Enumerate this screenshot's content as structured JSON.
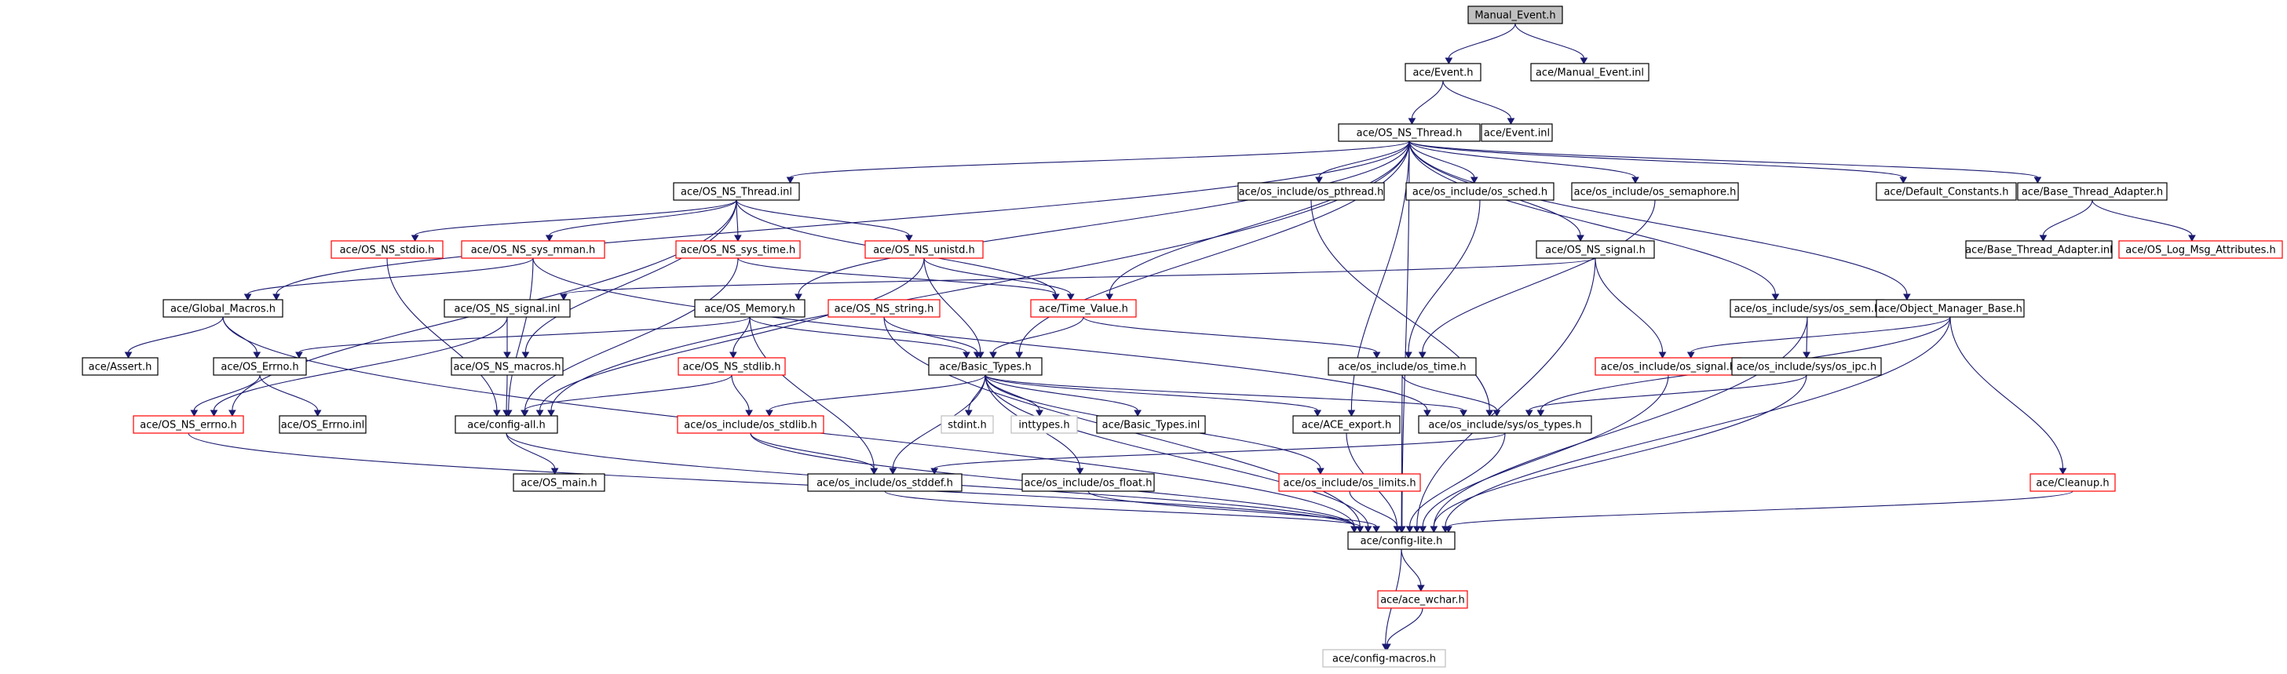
{
  "graph": {
    "nodes": [
      {
        "id": "n0",
        "label": "Manual_Event.h",
        "style": "root"
      },
      {
        "id": "n1",
        "label": "ace/Event.h",
        "style": "normal"
      },
      {
        "id": "n2",
        "label": "ace/Manual_Event.inl",
        "style": "normal"
      },
      {
        "id": "n3",
        "label": "ace/OS_NS_Thread.h",
        "style": "normal"
      },
      {
        "id": "n4",
        "label": "ace/Event.inl",
        "style": "normal"
      },
      {
        "id": "n5",
        "label": "ace/OS_NS_Thread.inl",
        "style": "normal"
      },
      {
        "id": "n6",
        "label": "ace/os_include/os_pthread.h",
        "style": "normal"
      },
      {
        "id": "n7",
        "label": "ace/os_include/os_sched.h",
        "style": "normal"
      },
      {
        "id": "n8",
        "label": "ace/os_include/os_semaphore.h",
        "style": "normal"
      },
      {
        "id": "n9",
        "label": "ace/Default_Constants.h",
        "style": "normal"
      },
      {
        "id": "n10",
        "label": "ace/Base_Thread_Adapter.h",
        "style": "normal"
      },
      {
        "id": "n11",
        "label": "ace/OS_NS_stdio.h",
        "style": "red"
      },
      {
        "id": "n12",
        "label": "ace/OS_NS_sys_mman.h",
        "style": "red"
      },
      {
        "id": "n13",
        "label": "ace/OS_NS_sys_time.h",
        "style": "red"
      },
      {
        "id": "n14",
        "label": "ace/OS_NS_unistd.h",
        "style": "red"
      },
      {
        "id": "n15",
        "label": "ace/OS_NS_signal.h",
        "style": "normal"
      },
      {
        "id": "n16",
        "label": "ace/Base_Thread_Adapter.inl",
        "style": "normal"
      },
      {
        "id": "n17",
        "label": "ace/OS_Log_Msg_Attributes.h",
        "style": "red"
      },
      {
        "id": "n18",
        "label": "ace/Global_Macros.h",
        "style": "normal"
      },
      {
        "id": "n19",
        "label": "ace/OS_NS_signal.inl",
        "style": "normal"
      },
      {
        "id": "n20",
        "label": "ace/OS_Memory.h",
        "style": "normal"
      },
      {
        "id": "n21",
        "label": "ace/OS_NS_string.h",
        "style": "red"
      },
      {
        "id": "n22",
        "label": "ace/Time_Value.h",
        "style": "red"
      },
      {
        "id": "n23",
        "label": "ace/os_include/sys/os_sem.h",
        "style": "normal"
      },
      {
        "id": "n24",
        "label": "ace/Object_Manager_Base.h",
        "style": "normal"
      },
      {
        "id": "n25",
        "label": "ace/Assert.h",
        "style": "normal"
      },
      {
        "id": "n26",
        "label": "ace/OS_Errno.h",
        "style": "normal"
      },
      {
        "id": "n27",
        "label": "ace/OS_NS_macros.h",
        "style": "normal"
      },
      {
        "id": "n28",
        "label": "ace/OS_NS_stdlib.h",
        "style": "red"
      },
      {
        "id": "n29",
        "label": "ace/Basic_Types.h",
        "style": "normal"
      },
      {
        "id": "n30",
        "label": "ace/os_include/os_time.h",
        "style": "normal"
      },
      {
        "id": "n31",
        "label": "ace/os_include/os_signal.h",
        "style": "red"
      },
      {
        "id": "n32",
        "label": "ace/os_include/sys/os_ipc.h",
        "style": "normal"
      },
      {
        "id": "n33",
        "label": "ace/OS_NS_errno.h",
        "style": "red"
      },
      {
        "id": "n34",
        "label": "ace/OS_Errno.inl",
        "style": "normal"
      },
      {
        "id": "n35",
        "label": "ace/config-all.h",
        "style": "normal"
      },
      {
        "id": "n36",
        "label": "ace/os_include/os_stdlib.h",
        "style": "red"
      },
      {
        "id": "n37",
        "label": "stdint.h",
        "style": "gray"
      },
      {
        "id": "n38",
        "label": "inttypes.h",
        "style": "gray"
      },
      {
        "id": "n39",
        "label": "ace/Basic_Types.inl",
        "style": "normal"
      },
      {
        "id": "n40",
        "label": "ace/ACE_export.h",
        "style": "normal"
      },
      {
        "id": "n41",
        "label": "ace/os_include/sys/os_types.h",
        "style": "normal"
      },
      {
        "id": "n42",
        "label": "ace/Cleanup.h",
        "style": "red"
      },
      {
        "id": "n43",
        "label": "ace/OS_main.h",
        "style": "normal"
      },
      {
        "id": "n44",
        "label": "ace/os_include/os_stddef.h",
        "style": "normal"
      },
      {
        "id": "n45",
        "label": "ace/os_include/os_float.h",
        "style": "normal"
      },
      {
        "id": "n46",
        "label": "ace/os_include/os_limits.h",
        "style": "red"
      },
      {
        "id": "n47",
        "label": "ace/config-lite.h",
        "style": "normal"
      },
      {
        "id": "n48",
        "label": "ace/ace_wchar.h",
        "style": "red"
      },
      {
        "id": "n49",
        "label": "ace/config-macros.h",
        "style": "gray"
      }
    ],
    "edges": [
      [
        "n0",
        "n1"
      ],
      [
        "n0",
        "n2"
      ],
      [
        "n1",
        "n3"
      ],
      [
        "n1",
        "n4"
      ],
      [
        "n3",
        "n5"
      ],
      [
        "n3",
        "n6"
      ],
      [
        "n3",
        "n7"
      ],
      [
        "n3",
        "n8"
      ],
      [
        "n3",
        "n9"
      ],
      [
        "n3",
        "n10"
      ],
      [
        "n3",
        "n15"
      ],
      [
        "n3",
        "n18"
      ],
      [
        "n3",
        "n20"
      ],
      [
        "n3",
        "n22"
      ],
      [
        "n3",
        "n23"
      ],
      [
        "n3",
        "n24"
      ],
      [
        "n3",
        "n29"
      ],
      [
        "n3",
        "n35"
      ],
      [
        "n3",
        "n40"
      ],
      [
        "n3",
        "n47"
      ],
      [
        "n5",
        "n11"
      ],
      [
        "n5",
        "n12"
      ],
      [
        "n5",
        "n13"
      ],
      [
        "n5",
        "n14"
      ],
      [
        "n5",
        "n22"
      ],
      [
        "n5",
        "n27"
      ],
      [
        "n5",
        "n33"
      ],
      [
        "n6",
        "n41"
      ],
      [
        "n7",
        "n30"
      ],
      [
        "n8",
        "n30"
      ],
      [
        "n10",
        "n16"
      ],
      [
        "n10",
        "n17"
      ],
      [
        "n11",
        "n35"
      ],
      [
        "n12",
        "n18"
      ],
      [
        "n12",
        "n35"
      ],
      [
        "n12",
        "n41"
      ],
      [
        "n13",
        "n35"
      ],
      [
        "n13",
        "n22"
      ],
      [
        "n14",
        "n22"
      ],
      [
        "n14",
        "n29"
      ],
      [
        "n14",
        "n35"
      ],
      [
        "n15",
        "n19"
      ],
      [
        "n15",
        "n31"
      ],
      [
        "n15",
        "n47"
      ],
      [
        "n18",
        "n25"
      ],
      [
        "n18",
        "n26"
      ],
      [
        "n18",
        "n47"
      ],
      [
        "n19",
        "n27"
      ],
      [
        "n19",
        "n33"
      ],
      [
        "n20",
        "n26"
      ],
      [
        "n20",
        "n28"
      ],
      [
        "n20",
        "n29"
      ],
      [
        "n20",
        "n44"
      ],
      [
        "n21",
        "n29"
      ],
      [
        "n21",
        "n47"
      ],
      [
        "n22",
        "n29"
      ],
      [
        "n22",
        "n30"
      ],
      [
        "n23",
        "n32"
      ],
      [
        "n23",
        "n47"
      ],
      [
        "n24",
        "n31"
      ],
      [
        "n24",
        "n41"
      ],
      [
        "n24",
        "n42"
      ],
      [
        "n24",
        "n47"
      ],
      [
        "n26",
        "n33"
      ],
      [
        "n26",
        "n34"
      ],
      [
        "n27",
        "n35"
      ],
      [
        "n28",
        "n35"
      ],
      [
        "n28",
        "n36"
      ],
      [
        "n29",
        "n36"
      ],
      [
        "n29",
        "n37"
      ],
      [
        "n29",
        "n38"
      ],
      [
        "n29",
        "n39"
      ],
      [
        "n29",
        "n40"
      ],
      [
        "n29",
        "n41"
      ],
      [
        "n29",
        "n44"
      ],
      [
        "n29",
        "n45"
      ],
      [
        "n29",
        "n46"
      ],
      [
        "n29",
        "n47"
      ],
      [
        "n30",
        "n41"
      ],
      [
        "n30",
        "n47"
      ],
      [
        "n31",
        "n47"
      ],
      [
        "n32",
        "n41"
      ],
      [
        "n32",
        "n47"
      ],
      [
        "n33",
        "n47"
      ],
      [
        "n35",
        "n43"
      ],
      [
        "n35",
        "n47"
      ],
      [
        "n36",
        "n44"
      ],
      [
        "n36",
        "n47"
      ],
      [
        "n40",
        "n47"
      ],
      [
        "n41",
        "n44"
      ],
      [
        "n41",
        "n47"
      ],
      [
        "n42",
        "n47"
      ],
      [
        "n44",
        "n47"
      ],
      [
        "n45",
        "n47"
      ],
      [
        "n46",
        "n47"
      ],
      [
        "n47",
        "n48"
      ],
      [
        "n47",
        "n49"
      ],
      [
        "n48",
        "n49"
      ]
    ]
  }
}
